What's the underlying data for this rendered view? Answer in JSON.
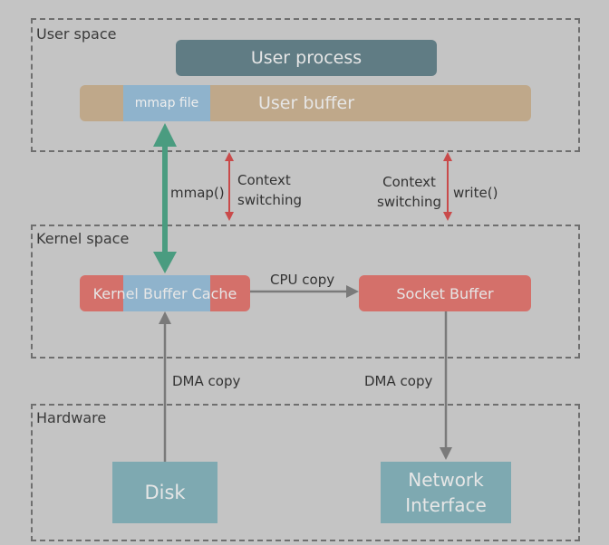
{
  "regions": {
    "user_space": "User space",
    "kernel_space": "Kernel space",
    "hardware": "Hardware"
  },
  "boxes": {
    "user_process": "User process",
    "user_buffer": "User buffer",
    "mmap_file": "mmap file",
    "kernel_buffer_cache": "Kernel Buffer Cache",
    "socket_buffer": "Socket Buffer",
    "disk": "Disk",
    "network_interface_line1": "Network",
    "network_interface_line2": "Interface"
  },
  "edges": {
    "mmap": "mmap()",
    "context_switching_left_line1": "Context",
    "context_switching_left_line2": "switching",
    "context_switching_right_line1": "Context",
    "context_switching_right_line2": "switching",
    "write": "write()",
    "cpu_copy": "CPU copy",
    "dma_copy_left": "DMA copy",
    "dma_copy_right": "DMA copy"
  },
  "colors": {
    "background": "#c4c4c4",
    "user_process": "#607c84",
    "user_buffer": "#bfa88a",
    "mmap_highlight": "#8fb3cc",
    "kernel_box": "#d4706a",
    "hardware_box": "#7ea9b1",
    "mmap_arrow": "#4a9c80",
    "context_arrow": "#c94a4a",
    "flow_arrow": "#7a7a7a"
  }
}
